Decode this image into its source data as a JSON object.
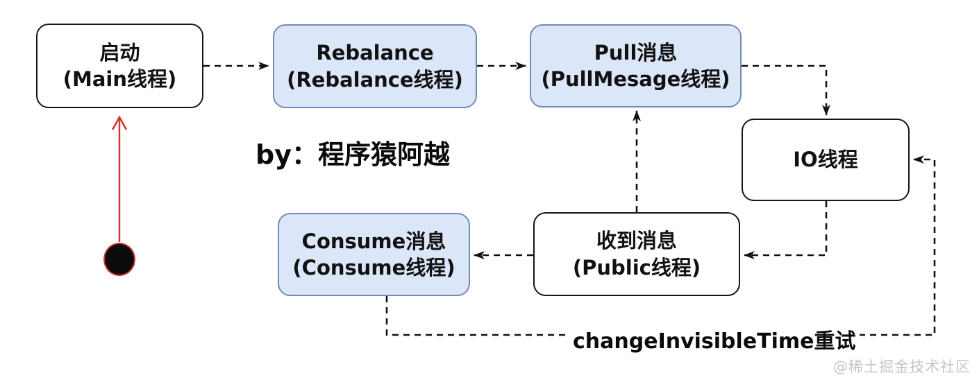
{
  "diagram": {
    "title_context": "RocketMQ consumer thread flow",
    "byline": "by：程序猿阿越",
    "watermark": "@稀土掘金技术社区",
    "colors": {
      "blue_fill": "#dbe6f8",
      "blue_border": "#7289b9",
      "white_fill": "#ffffff",
      "ink": "#111111",
      "red": "#d0342c",
      "watermark_gray": "#c4c4c4"
    },
    "nodes": {
      "start": {
        "line1": "启动",
        "line2": "(Main线程)",
        "style": "white"
      },
      "rebalance": {
        "line1": "Rebalance",
        "line2": "(Rebalance线程)",
        "style": "blue"
      },
      "pull": {
        "line1": "Pull消息",
        "line2": "(PullMesage线程)",
        "style": "blue"
      },
      "io": {
        "line1": "IO线程",
        "style": "white"
      },
      "receive": {
        "line1": "收到消息",
        "line2": "(Public线程)",
        "style": "white"
      },
      "consume": {
        "line1": "Consume消息",
        "line2": "(Consume线程)",
        "style": "blue"
      }
    },
    "initial_state": {
      "shape": "filled-circle",
      "arrow": "solid-red",
      "points_to": "start"
    },
    "edges": [
      {
        "from": "start",
        "to": "rebalance",
        "style": "dashed",
        "label": ""
      },
      {
        "from": "rebalance",
        "to": "pull",
        "style": "dashed",
        "label": ""
      },
      {
        "from": "pull",
        "to": "io",
        "style": "dashed",
        "label": ""
      },
      {
        "from": "io",
        "to": "receive",
        "style": "dashed",
        "label": ""
      },
      {
        "from": "receive",
        "to": "pull",
        "style": "dashed",
        "label": ""
      },
      {
        "from": "receive",
        "to": "consume",
        "style": "dashed",
        "label": ""
      },
      {
        "from": "consume",
        "to": "io",
        "style": "dashed",
        "label": "changeInvisibleTime重试"
      },
      {
        "from": "initial-dot",
        "to": "start",
        "style": "solid-red",
        "label": ""
      }
    ]
  }
}
